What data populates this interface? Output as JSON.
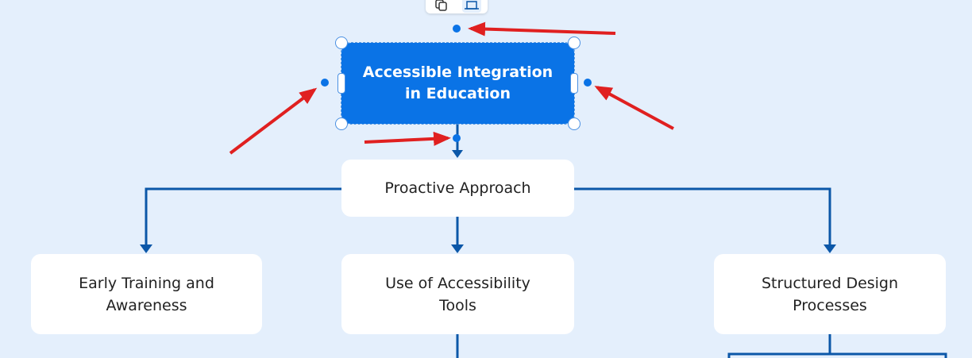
{
  "toolbar": {
    "buttons": [
      {
        "icon": "copy-style-icon"
      },
      {
        "icon": "resize-frame-icon",
        "active": true
      }
    ]
  },
  "root": {
    "label": "Accessible Integration in Education",
    "line1": "Accessible Integration",
    "line2": "in Education",
    "color": "#0a73e6"
  },
  "level1": {
    "label": "Proactive Approach"
  },
  "level2": [
    {
      "line1": "Early Training and",
      "line2": "Awareness"
    },
    {
      "line1": "Use of Accessibility",
      "line2": "Tools"
    },
    {
      "line1": "Structured Design",
      "line2": "Processes"
    }
  ],
  "colors": {
    "background": "#e4effc",
    "connector": "#0b57a8",
    "annotation_arrow": "#e02020",
    "anchor_dot": "#0a73e6"
  }
}
